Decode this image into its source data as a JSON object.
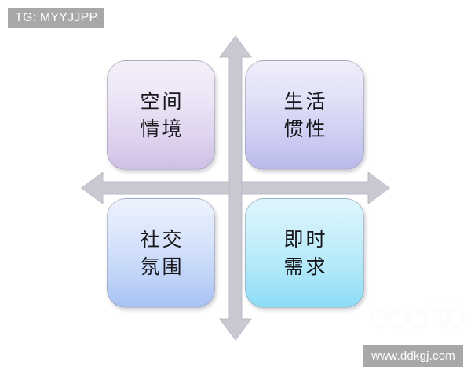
{
  "diagram": {
    "type": "2x2-quadrant-matrix",
    "background_color": "#ffffff",
    "axis": {
      "color": "#c9c9d2",
      "style": "double-headed-cross-arrow",
      "vertical_label": "",
      "horizontal_label": ""
    },
    "quadrants": [
      {
        "position": "top-left",
        "line1": "空间",
        "line2": "情境",
        "gradient_from": "#f4f0fa",
        "gradient_to": "#cfc0e4"
      },
      {
        "position": "top-right",
        "line1": "生活",
        "line2": "惯性",
        "gradient_from": "#eeeefb",
        "gradient_to": "#babaec"
      },
      {
        "position": "bottom-left",
        "line1": "社交",
        "line2": "氛围",
        "gradient_from": "#eef3fd",
        "gradient_to": "#a8c2f3"
      },
      {
        "position": "bottom-right",
        "line1": "即时",
        "line2": "需求",
        "gradient_from": "#ddf5fc",
        "gradient_to": "#8cdcf5"
      }
    ]
  },
  "watermarks": {
    "top_left": "TG: MYYJJPP",
    "bottom_right": "www.ddkgj.com",
    "badge_background": "#a8a8a8",
    "badge_text_color": "#ffffff"
  }
}
